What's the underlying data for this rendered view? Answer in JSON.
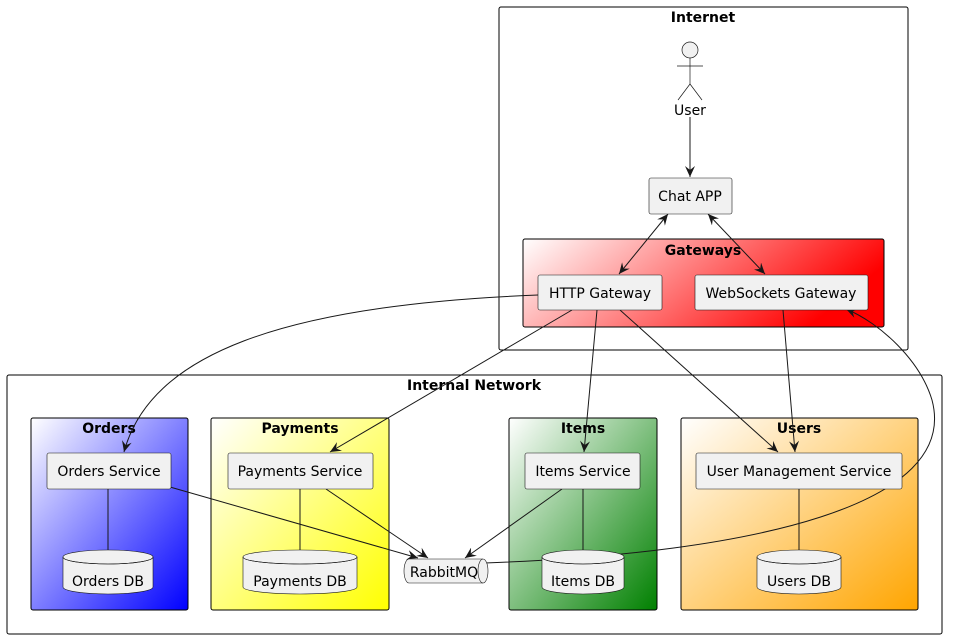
{
  "frames": {
    "internet": "Internet",
    "internal": "Internal Network"
  },
  "packages": {
    "gateways": "Gateways",
    "orders": "Orders",
    "payments": "Payments",
    "items": "Items",
    "users": "Users"
  },
  "actor": {
    "user": "User"
  },
  "nodes": {
    "chat_app": "Chat APP",
    "http_gateway": "HTTP Gateway",
    "ws_gateway": "WebSockets Gateway",
    "orders_service": "Orders Service",
    "payments_service": "Payments Service",
    "items_service": "Items Service",
    "users_service": "User Management Service"
  },
  "databases": {
    "orders_db": "Orders DB",
    "payments_db": "Payments DB",
    "items_db": "Items DB",
    "users_db": "Users DB"
  },
  "queue": {
    "rabbitmq": "RabbitMQ"
  },
  "colors": {
    "gateways": [
      "#ffffff",
      "#ff0000"
    ],
    "orders": [
      "#ffffff",
      "#0000ff"
    ],
    "payments": [
      "#ffffff",
      "#ffff00"
    ],
    "items": [
      "#ffffff",
      "#008000"
    ],
    "users": [
      "#ffffff",
      "#ffa500"
    ]
  }
}
